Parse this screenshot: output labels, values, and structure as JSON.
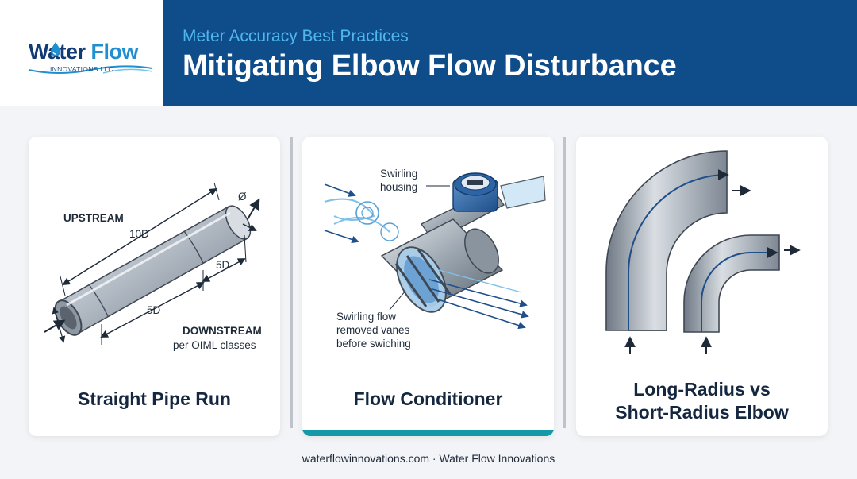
{
  "brand": {
    "name_part1": "Water",
    "name_part2": "Flow",
    "subtitle": "INNOVATIONS LLC",
    "icon": "water-drop-icon",
    "colors": {
      "navy": "#123b73",
      "blue": "#1f8fd0"
    }
  },
  "header": {
    "eyebrow": "Meter Accuracy Best Practices",
    "title": "Mitigating Elbow Flow Disturbance",
    "background": "#0f4c8a"
  },
  "cards": [
    {
      "title": "Straight Pipe Run",
      "labels": {
        "upstream": "UPSTREAM",
        "ten_d": "10D",
        "diameter": "Ø",
        "five_d_top": "5D",
        "five_d_bottom": "5D",
        "downstream": "DOWNSTREAM",
        "note": "per OIML classes"
      }
    },
    {
      "title": "Flow Conditioner",
      "labels": {
        "housing_line1": "Swirling",
        "housing_line2": "housing",
        "flow_line1": "Swirling flow",
        "flow_line2": "removed vanes",
        "flow_line3": "before swiching"
      },
      "accent_color": "#1599a9"
    },
    {
      "title_line1": "Long-Radius vs",
      "title_line2": "Short-Radius Elbow"
    }
  ],
  "footer": {
    "text": "waterflowinnovations.com · Water Flow Innovations"
  }
}
